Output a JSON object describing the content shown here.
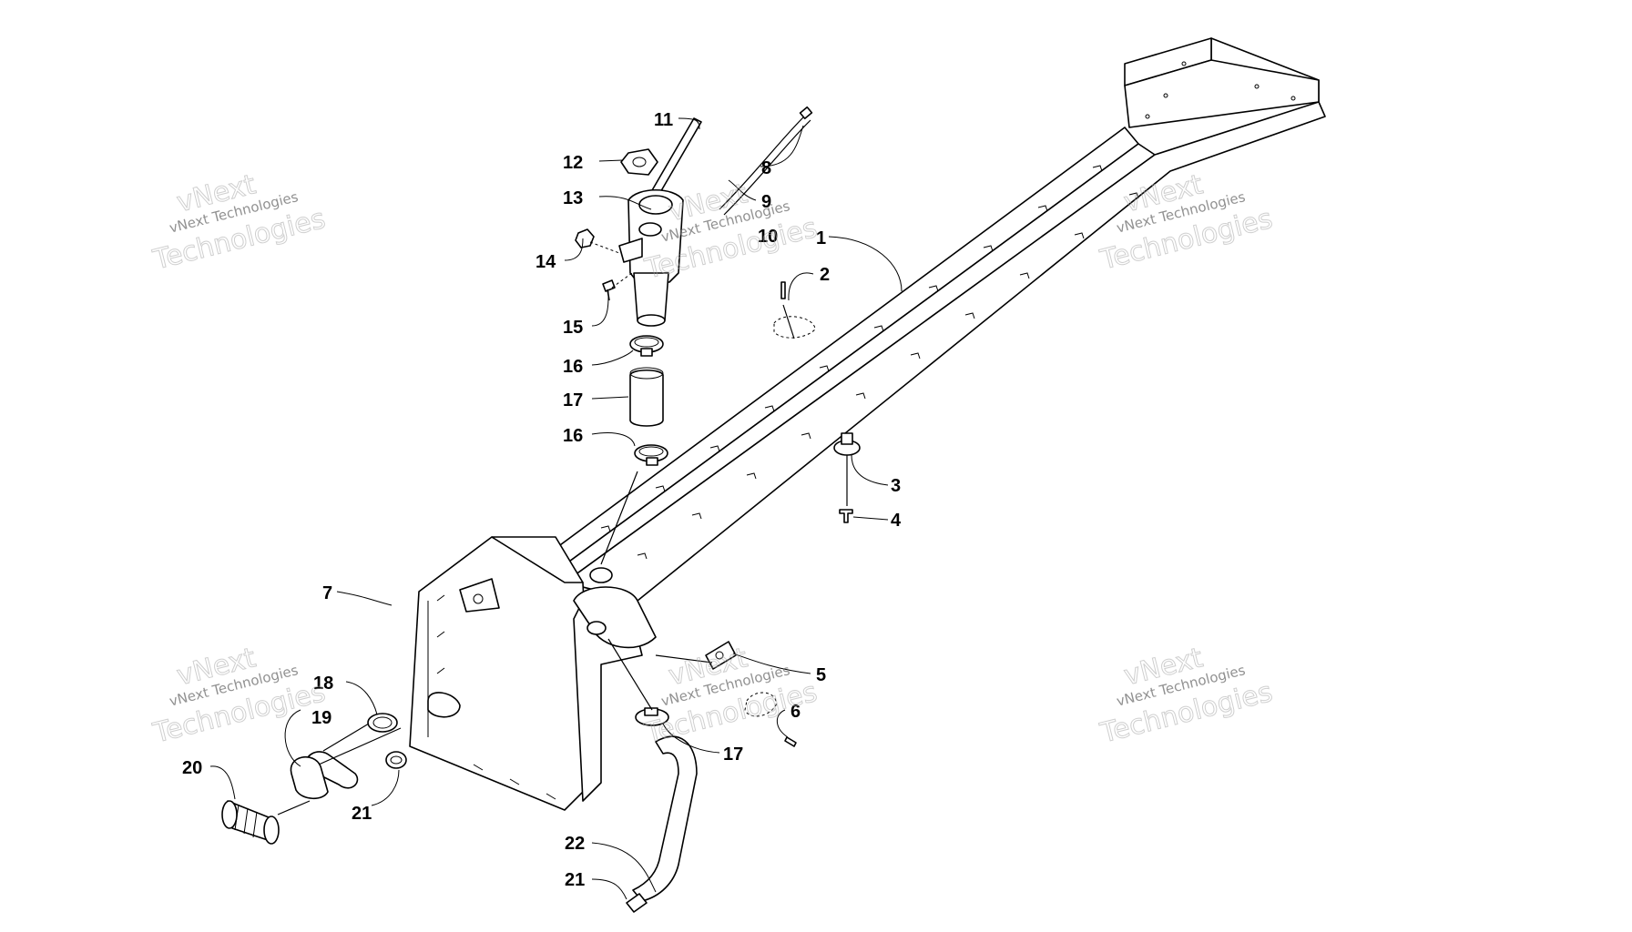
{
  "callouts": {
    "c1": "1",
    "c2": "2",
    "c3": "3",
    "c4": "4",
    "c5": "5",
    "c6": "6",
    "c7": "7",
    "c8": "8",
    "c9": "9",
    "c10": "10",
    "c11": "11",
    "c12": "12",
    "c13": "13",
    "c14": "14",
    "c15": "15",
    "c16a": "16",
    "c16b": "16",
    "c17a": "17",
    "c17b": "17",
    "c18": "18",
    "c19": "19",
    "c20": "20",
    "c21a": "21",
    "c21b": "21",
    "c22": "22"
  },
  "watermark": {
    "brand": "vNext",
    "company": "vNext Technologies",
    "word": "Technologies"
  }
}
